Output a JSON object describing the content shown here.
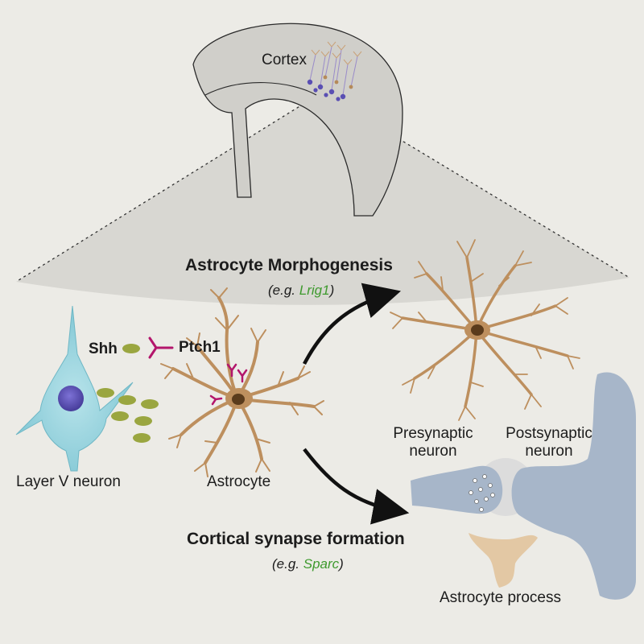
{
  "labels": {
    "cortex": "Cortex",
    "morphogenesis_title": "Astrocyte Morphogenesis",
    "morphogenesis_example_prefix": "(e.g. ",
    "morphogenesis_example_gene": "Lrig1",
    "morphogenesis_example_suffix": ")",
    "shh": "Shh",
    "ptch1": "Ptch1",
    "layer_v_neuron": "Layer V neuron",
    "astrocyte": "Astrocyte",
    "presynaptic_line1": "Presynaptic",
    "presynaptic_line2": "neuron",
    "postsynaptic_line1": "Postsynaptic",
    "postsynaptic_line2": "neuron",
    "synapse_title": "Cortical synapse formation",
    "synapse_example_prefix": "(e.g. ",
    "synapse_example_gene": "Sparc",
    "synapse_example_suffix": ")",
    "astrocyte_process": "Astrocyte process"
  },
  "colors": {
    "background": "#ecebe6",
    "cortex_fill": "#d2d1cc",
    "cortex_outline": "#2a2a2a",
    "zoom_fan": "#d6d5d0",
    "neuron_body": "#8ccfda",
    "neuron_nucleus": "#5a4fb3",
    "shh_ligand": "#9aa640",
    "ptch1_receptor": "#b3166c",
    "astrocyte": "#bd8f5e",
    "astrocyte_nucleus": "#5a3b1c",
    "synapse_neuron": "#a9b7c9",
    "astrocyte_process": "#e4c9a6",
    "gene_text": "#3e9a2e",
    "arrow": "#111111"
  }
}
